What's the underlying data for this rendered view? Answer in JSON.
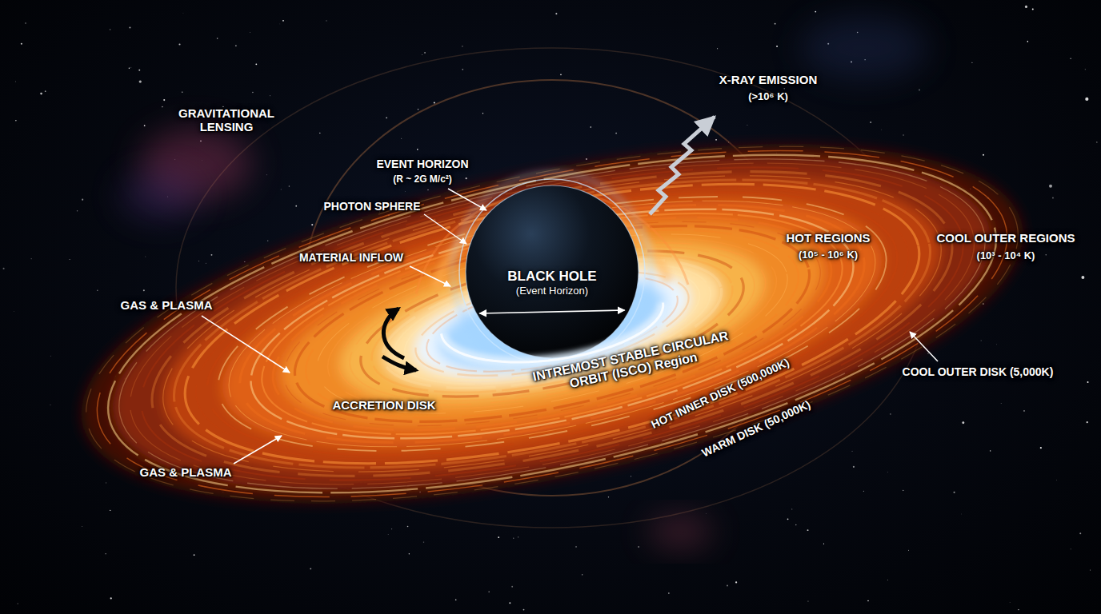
{
  "diagram": {
    "nodes": [
      {
        "text": [
          "BLACK HOLE",
          "(Event Horizon)"
        ]
      }
    ],
    "labels": [
      "GRAVITATIONAL LENSING",
      "EVENT HORIZON",
      "(R ~ 2G M/c²)",
      "X-RAY EMISSION",
      "(>10⁶ K)",
      "PHOTON SPHERE",
      "MATERIAL INFLOW",
      "HOT REGIONS",
      "(10⁵ - 10⁶ K)",
      "COOL OUTER REGIONS",
      "(10³ - 10⁴ K)",
      "GAS & PLASMA",
      "INTREMOST STABLE CIRCULAR ORBIT (ISCO) Region",
      "HOT INNER DISK (500,000K)",
      "WARM DISK (50,000K)",
      "ACCRETION DISK",
      "COOL OUTER DISK (5,000K)",
      "GAS & PLASMA"
    ]
  }
}
